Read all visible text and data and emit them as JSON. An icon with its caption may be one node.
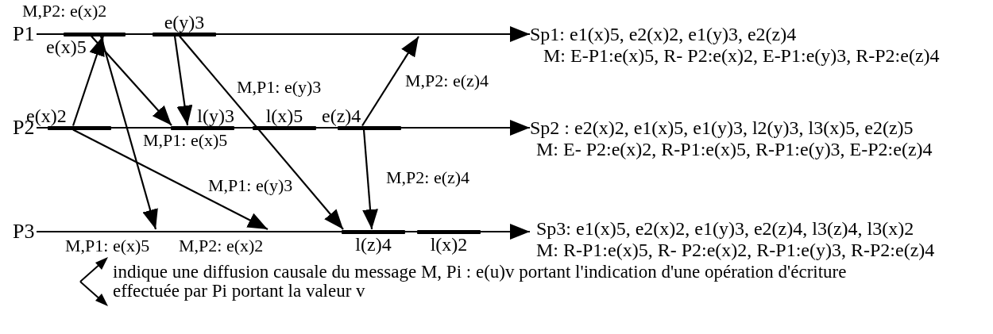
{
  "diagram": {
    "nodes": [
      {
        "text": [
          "P1"
        ]
      },
      {
        "text": [
          "e(x)5"
        ]
      },
      {
        "text": [
          "e(y)3"
        ]
      },
      {
        "text": [
          "Sp1: e1(x)5, e2(x)2, e1(y)3, e2(z)4",
          "M: E-P1:e(x)5, R- P2:e(x)2, E-P1:e(y)3, R-P2:e(z)4"
        ]
      },
      {
        "text": [
          "P2"
        ]
      },
      {
        "text": [
          "e(x)2"
        ]
      },
      {
        "text": [
          "l(y)3"
        ]
      },
      {
        "text": [
          "l(x)5"
        ]
      },
      {
        "text": [
          "e(z)4"
        ]
      },
      {
        "text": [
          "Sp2 : e2(x)2, e1(x)5, e1(y)3, l2(y)3, l3(x)5, e2(z)5",
          "M: E- P2:e(x)2, R-P1:e(x)5, R-P1:e(y)3, E-P2:e(z)4"
        ]
      },
      {
        "text": [
          "P3"
        ]
      },
      {
        "text": [
          "l(z)4"
        ]
      },
      {
        "text": [
          "l(x)2"
        ]
      },
      {
        "text": [
          "Sp3: e1(x)5, e2(x)2, e1(y)3, e2(z)4, l3(z)4, l3(x)2",
          "M: R-P1:e(x)5, R- P2:e(x)2, R-P1:e(y)3, R-P2:e(z)4"
        ]
      }
    ],
    "edges": [
      {
        "from": 0,
        "to": 3,
        "arrow": "to"
      },
      {
        "from": 4,
        "to": 9,
        "arrow": "to"
      },
      {
        "from": 10,
        "to": 13,
        "arrow": "to"
      },
      {
        "from": 5,
        "to": 1,
        "arrow": "to",
        "label": "M,P2: e(x)2"
      },
      {
        "from": 5,
        "to": null,
        "arrow": "to",
        "label": "M,P2: e(x)2"
      },
      {
        "from": 1,
        "to": 6,
        "arrow": "to",
        "label": "M,P1: e(x)5"
      },
      {
        "from": 1,
        "to": null,
        "arrow": "to",
        "label": "M,P1: e(x)5"
      },
      {
        "from": 2,
        "to": 6,
        "arrow": "to"
      },
      {
        "from": 2,
        "to": 11,
        "arrow": "to",
        "label": "M,P1: e(y)3"
      },
      {
        "from": 8,
        "to": null,
        "arrow": "to",
        "label": "M,P2: e(z)4"
      },
      {
        "from": 8,
        "to": 11,
        "arrow": "to",
        "label": "M,P2: e(z)4"
      }
    ],
    "labels": [
      "M,P1: e(y)3"
    ],
    "legend": [
      {
        "text": "indique une diffusion causale du message M, Pi : e(u)v portant l'indication d'une opération d'écriture effectuée par Pi portant la valeur v"
      }
    ]
  }
}
